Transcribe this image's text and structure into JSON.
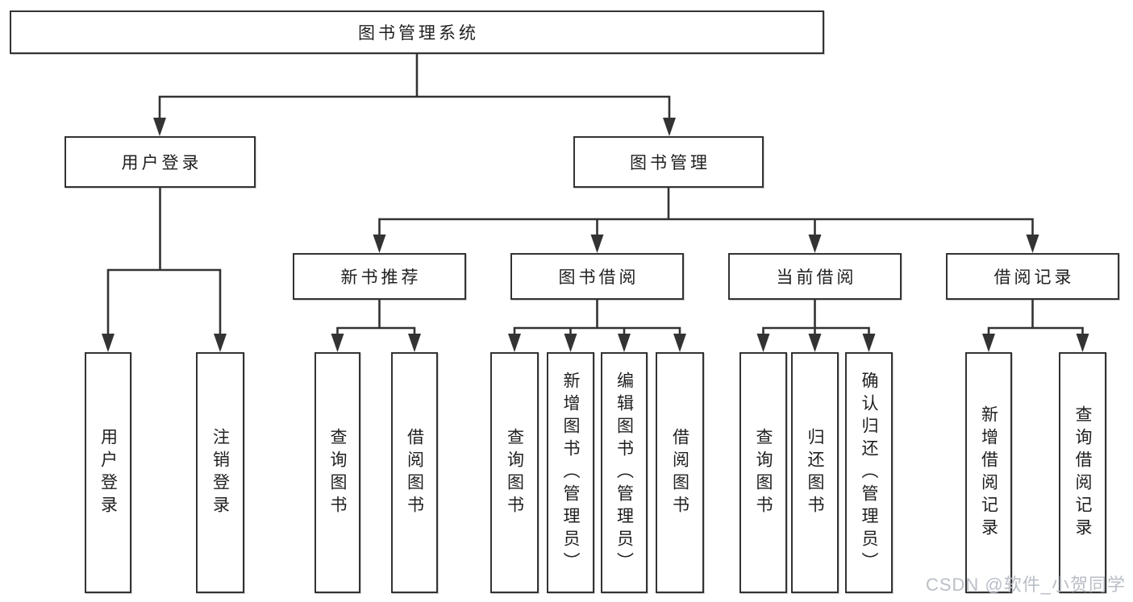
{
  "diagram": {
    "title": "图书管理系统",
    "watermark": "CSDN @软件_小贺同学",
    "colors": {
      "line": "#333333",
      "box_border": "#333333",
      "box_fill": "#ffffff",
      "text": "#1f1f1f",
      "watermark": "#b9bec7"
    },
    "nodes": {
      "root": {
        "label": "图书管理系统"
      },
      "user_login": {
        "label": "用户登录"
      },
      "book_mgmt": {
        "label": "图书管理"
      },
      "login": {
        "label": "用户登录"
      },
      "logout": {
        "label": "注销登录"
      },
      "new_books": {
        "label": "新书推荐"
      },
      "book_borrow": {
        "label": "图书借阅"
      },
      "current_borrow": {
        "label": "当前借阅"
      },
      "borrow_records": {
        "label": "借阅记录"
      },
      "nb_query": {
        "label": "查询图书"
      },
      "nb_borrow": {
        "label": "借阅图书"
      },
      "bb_query": {
        "label": "查询图书"
      },
      "bb_add": {
        "label": "新增图书（管理员）"
      },
      "bb_edit": {
        "label": "编辑图书（管理员）"
      },
      "bb_borrow": {
        "label": "借阅图书"
      },
      "cb_query": {
        "label": "查询图书"
      },
      "cb_return": {
        "label": "归还图书"
      },
      "cb_confirm": {
        "label": "确认归还（管理员）"
      },
      "br_add": {
        "label": "新增借阅记录"
      },
      "br_query": {
        "label": "查询借阅记录"
      }
    }
  }
}
